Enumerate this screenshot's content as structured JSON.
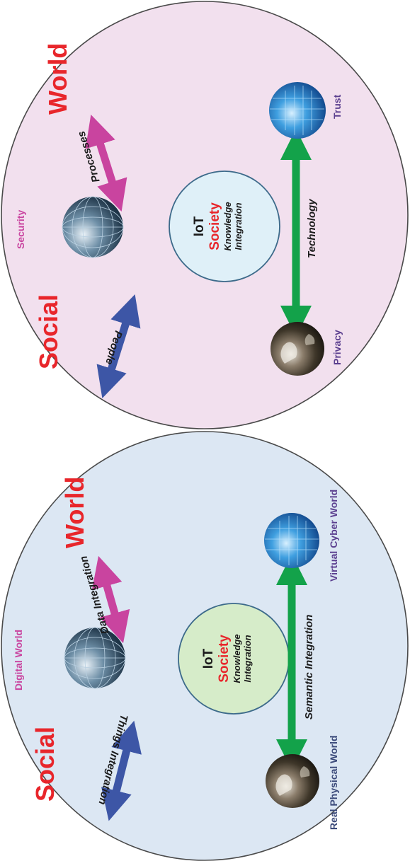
{
  "colors": {
    "outer_left_fill": "#dce7f3",
    "outer_right_fill": "#f2e0ee",
    "inner_left_fill": "#d6ecc9",
    "inner_right_fill": "#dff0f8",
    "magenta_arrow": "#c9449f",
    "blue_arrow": "#3d56a6",
    "green_arrow": "#13a24a",
    "accent_red": "#e8262b",
    "digital_label": "#c9449f",
    "virtual_label": "#5b3f8f",
    "real_label": "#3b4a7a"
  },
  "left_panel": {
    "corner_labels": {
      "top": "Digital World",
      "bottom_left": "Real Physical World",
      "bottom_right": "Virtual Cyber World"
    },
    "big_labels": {
      "left": "Social",
      "right": "World"
    },
    "arrow_labels": {
      "magenta": "Data Integration",
      "blue": "Things Integration",
      "green": "Semantic Integration"
    },
    "center": {
      "line1": "IoT",
      "line2": "Society",
      "line3": "Knowledge",
      "line4": "Integration"
    },
    "globes": {
      "top": "wireframe-globe-icon",
      "bottom_left": "earth-globe-icon",
      "bottom_right": "cyber-globe-icon"
    }
  },
  "right_panel": {
    "corner_labels": {
      "top": "Security",
      "bottom_left": "Privacy",
      "bottom_right": "Trust"
    },
    "big_labels": {
      "left": "Social",
      "right": "World"
    },
    "arrow_labels": {
      "magenta": "Processes",
      "blue": "People",
      "green": "Technology"
    },
    "center": {
      "line1": "IoT",
      "line2": "Society",
      "line3": "Knowledge",
      "line4": "Integration"
    },
    "globes": {
      "top": "wireframe-globe-icon",
      "bottom_left": "earth-globe-icon",
      "bottom_right": "cyber-globe-icon"
    }
  }
}
